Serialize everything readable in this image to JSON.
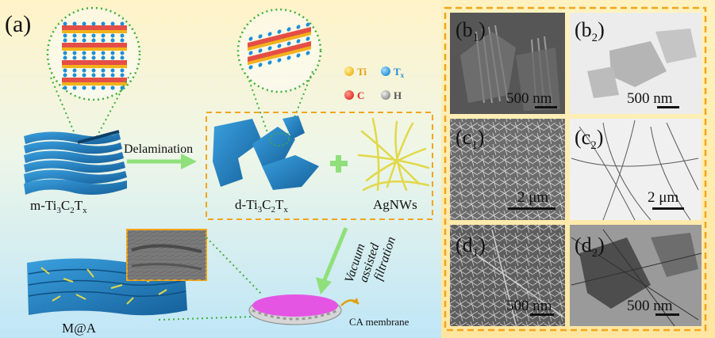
{
  "panel_a": {
    "label": "(a)",
    "legend": {
      "ti": "Ti",
      "tx_main": "T",
      "tx_sub": "x",
      "c": "C",
      "h": "H",
      "colors": {
        "ti": "#f2b21b",
        "tx": "#1e8fd6",
        "c": "#e0302a",
        "h": "#9a9a9a"
      }
    },
    "mxene_bulk": {
      "m": "m-Ti",
      "s1": "3",
      "c": "C",
      "s2": "2",
      "t": "T",
      "s3": "x"
    },
    "mxene_delam": {
      "m": "d-Ti",
      "s1": "3",
      "c": "C",
      "s2": "2",
      "t": "T",
      "s3": "x"
    },
    "step_delamination": "Delamination",
    "agnws": "AgNWs",
    "filtration": [
      "Vacuum",
      "assisted",
      "filtration"
    ],
    "membrane": "CA membrane",
    "composite": "M@A"
  },
  "micrographs": [
    {
      "id": "b1",
      "letter": "b",
      "sub": "1",
      "scale": "500 nm"
    },
    {
      "id": "b2",
      "letter": "b",
      "sub": "2",
      "scale": "500 nm"
    },
    {
      "id": "c1",
      "letter": "c",
      "sub": "1",
      "scale": "2 μm"
    },
    {
      "id": "c2",
      "letter": "c",
      "sub": "2",
      "scale": "2 μm"
    },
    {
      "id": "d1",
      "letter": "d",
      "sub": "1",
      "scale": "500 nm"
    },
    {
      "id": "d2",
      "letter": "d",
      "sub": "2",
      "scale": "500 nm"
    }
  ],
  "colors": {
    "accent_dashed": "#f2a51c",
    "mxene_blue": "#1f7fc0",
    "arrow_green": "#8fe07a",
    "dotted_green": "#3fae3a",
    "membrane_pink": "#e455e4"
  }
}
